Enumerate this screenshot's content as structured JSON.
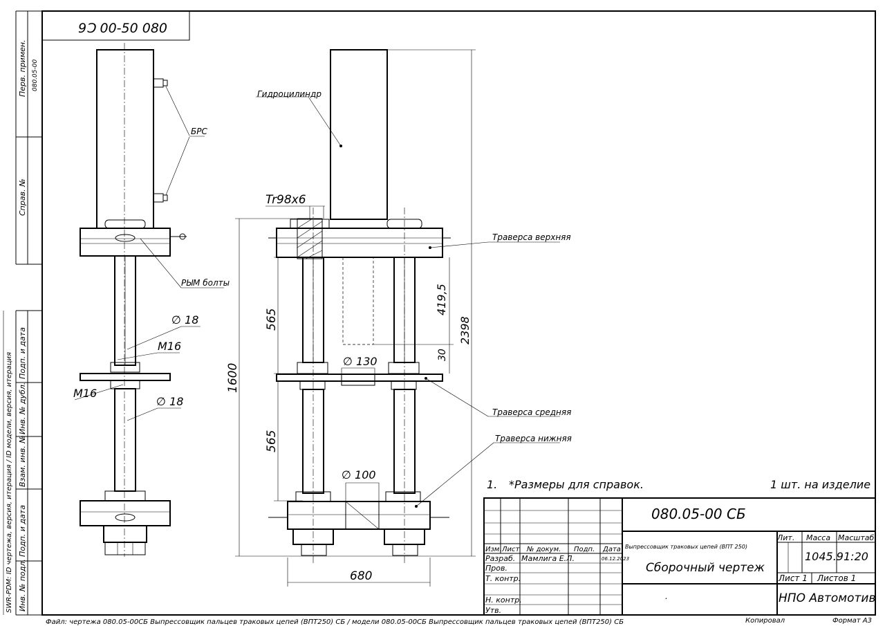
{
  "top_stamp": "9Ɔ 00-50 080",
  "side_left": {
    "perv_primen_label": "Перв. примен.",
    "perv_primen_value": "080.05-00",
    "sprav_label": "Справ. №",
    "meta": "SWR-PDM: ID чертежа, версия, итерация / ID модели, версия, итерация",
    "inv_podl": "Инв. № подл.",
    "podp_data_1": "Подп. и дата",
    "vzam_inv": "Взам. инв. №",
    "inv_dubl": "Инв. № дубл.",
    "podp_data_2": "Подп. и дата"
  },
  "labels": {
    "brs": "БРС",
    "rym_bolty": "РЫМ болты",
    "d18_top": "∅ 18",
    "m16_top": "M16",
    "m16_left": "M16",
    "d18_bottom": "∅ 18",
    "gidrocilindr": "Гидроцилиндр",
    "tr98": "Tr98x6",
    "traversa_verh": "Траверса верхняя",
    "traversa_sred": "Траверса средняя",
    "traversa_nizh": "Траверса нижняя",
    "d130": "∅ 130",
    "d100": "∅ 100"
  },
  "dims": {
    "d565_top": "565",
    "d565_bottom": "565",
    "d1600": "1600",
    "d419": "419,5",
    "d2398": "2398",
    "d30": "30",
    "d680": "680"
  },
  "notes": {
    "note1_num": "1.",
    "note1_text": "*Размеры для справок.",
    "qty": "1 шт. на изделие"
  },
  "title_block": {
    "designation": "080.05-00 СБ",
    "product_name": "Выпрессовщик траковых цепей (ВПТ 250)",
    "doc_type": "Сборочный чертеж",
    "lit_h": "Лит.",
    "massa_h": "Масса",
    "masshtab_h": "Масштаб",
    "massa_v": "1045.9",
    "masshtab_v": "1:20",
    "list": "Лист 1",
    "listov": "Листов 1",
    "org": "НПО Автомотив",
    "dot": ".",
    "col_izm": "Изм.",
    "col_list": "Лист",
    "col_ndok": "№ докум.",
    "col_podp": "Подп.",
    "col_data": "Дата",
    "razrab": "Разраб.",
    "razrab_name": "Мамлига Е.Л.",
    "razrab_date": "06.12.2023",
    "prov": "Пров.",
    "tkontr": "Т. контр.",
    "nkontr": "Н. контр.",
    "utv": "Утв."
  },
  "footer": {
    "file": "Файл: чертежа 080.05-00СБ Выпрессовщик пальцев траковых цепей (ВПТ250) СБ / модели 080.05-00СБ Выпрессовщик пальцев траковых цепей (ВПТ250) СБ",
    "kopiroval": "Копировал",
    "format": "Формат А3"
  }
}
